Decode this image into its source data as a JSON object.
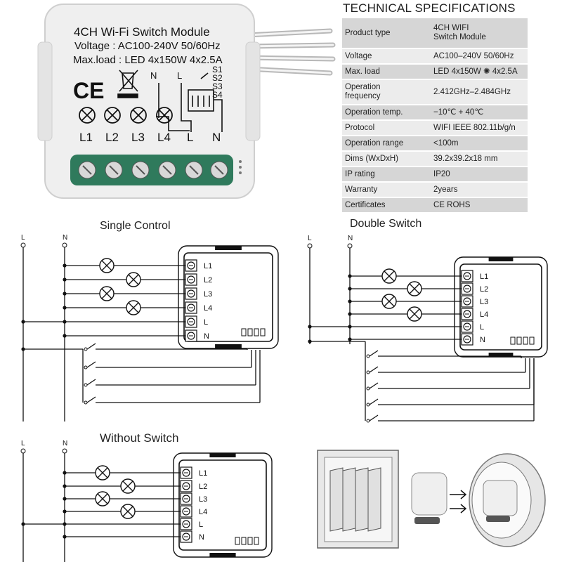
{
  "module": {
    "title": "4CH Wi-Fi Switch Module",
    "voltage": "Voltage : AC100-240V 50/60Hz",
    "maxload": "Max.load : LED 4x150W  4x2.5A",
    "ce": "CE",
    "n_label": "N",
    "l_label": "L",
    "s_labels": [
      "S1",
      "S2",
      "S3",
      "S4"
    ],
    "bottom_labels": [
      "L1",
      "L2",
      "L3",
      "L4",
      "L",
      "N"
    ]
  },
  "specs": {
    "title": "TECHNICAL SPECIFICATIONS",
    "rows": [
      {
        "key": "Product type",
        "value": "4CH WIFI",
        "value2": "Switch Module"
      },
      {
        "key": "Voltage",
        "value": "AC100–240V 50/60Hz"
      },
      {
        "key": "Max. load",
        "value": "LED 4x150W",
        "value_suffix": "4x2.5A"
      },
      {
        "key": "Operation",
        "key2": "frequency",
        "value": "2.412GHz–2.484GHz"
      },
      {
        "key": "Operation temp.",
        "value": "−10℃ + 40℃"
      },
      {
        "key": "Protocol",
        "value": "WIFI  IEEE 802.11b/g/n"
      },
      {
        "key": "Operation range",
        "value": "<100m"
      },
      {
        "key": "Dims (WxDxH)",
        "value": "39.2x39.2x18 mm"
      },
      {
        "key": "IP rating",
        "value": "IP20"
      },
      {
        "key": "Warranty",
        "value": "2years"
      },
      {
        "key": "Certificates",
        "value": "CE ROHS"
      }
    ]
  },
  "diagrams": {
    "single": {
      "title": "Single Control"
    },
    "double": {
      "title": "Double Switch"
    },
    "without": {
      "title": "Without Switch"
    },
    "line_label": "L",
    "neutral_label": "N",
    "terminal_labels": [
      "L1",
      "L2",
      "L3",
      "L4",
      "L",
      "N"
    ]
  }
}
